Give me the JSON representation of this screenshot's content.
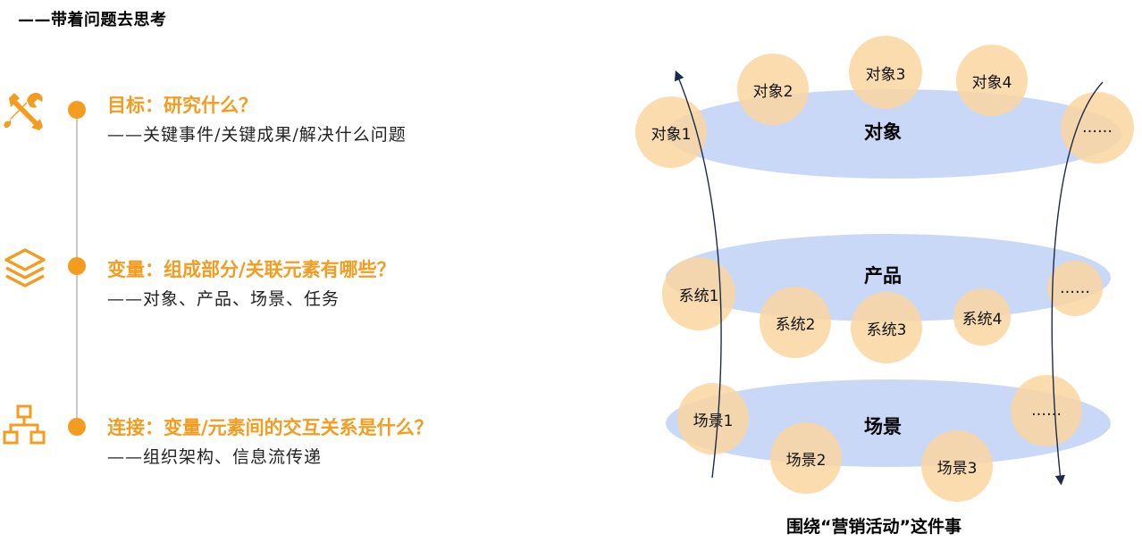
{
  "page_title": "——带着问题去思考",
  "left_items": [
    {
      "icon": "tools-icon",
      "heading": "目标：研究什么？",
      "desc": "——关键事件/关键成果/解决什么问题"
    },
    {
      "icon": "layers-icon",
      "heading": "变量：组成部分/关联元素有哪些？",
      "desc": "——对象、产品、场景、任务"
    },
    {
      "icon": "org-chart-icon",
      "heading": "连接：变量/元素间的交互关系是什么？",
      "desc": "——组织架构、信息流传递"
    }
  ],
  "diagram": {
    "layers": [
      {
        "label": "对象",
        "nodes": [
          "对象1",
          "对象2",
          "对象3",
          "对象4",
          "……"
        ]
      },
      {
        "label": "产品",
        "nodes": [
          "系统1",
          "系统2",
          "系统3",
          "系统4",
          "……"
        ]
      },
      {
        "label": "场景",
        "nodes": [
          "场景1",
          "场景2",
          "场景3",
          "……"
        ]
      }
    ],
    "caption": "围绕“营销活动”这件事",
    "colors": {
      "ellipse": "#c9d8f7",
      "node": "#fad6a0",
      "accent": "#f39c1f",
      "arrow": "#1c2b4a"
    }
  }
}
